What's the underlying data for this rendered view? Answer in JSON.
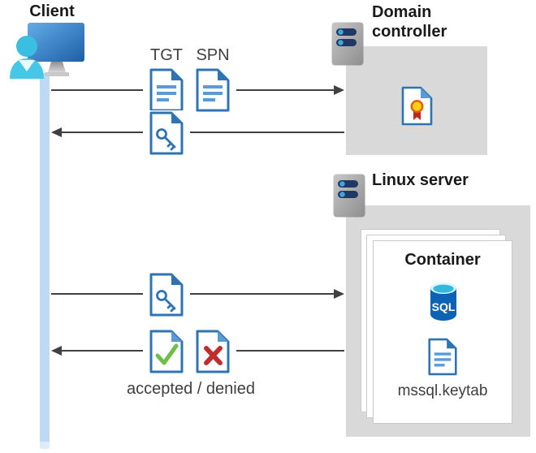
{
  "client": {
    "label": "Client"
  },
  "domain_controller": {
    "label": "Domain controller"
  },
  "linux_server": {
    "label": "Linux server"
  },
  "container": {
    "title": "Container",
    "sql_badge": "SQL",
    "keytab_label": "mssql.keytab"
  },
  "messages": {
    "tgt_label": "TGT",
    "spn_label": "SPN",
    "result_label": "accepted / denied"
  },
  "icons": {
    "client": "user-workstation-icon",
    "server": "server-icon",
    "ticket": "document-icon",
    "service_ticket": "key-document-icon",
    "certificate": "certificate-document-icon",
    "database": "sql-database-icon",
    "accepted": "check-document-icon",
    "denied": "x-document-icon"
  },
  "colors": {
    "doc_border": "#2E74B5",
    "doc_lines": "#5B9BD5",
    "accept_green": "#6EBE4A",
    "deny_red": "#BE2E2E",
    "panel_gray": "#D9D9D9",
    "arrow": "#404040",
    "timeline_blue": "#BDD9F5",
    "sql_body": "#0C63B4",
    "sql_top": "#2FB9DF",
    "cert_gold": "#FFD115",
    "cert_ring": "#E36209",
    "cert_ribbon": "#C0281E",
    "server_bar": "#1F3864",
    "server_dot": "#41A8DD"
  }
}
